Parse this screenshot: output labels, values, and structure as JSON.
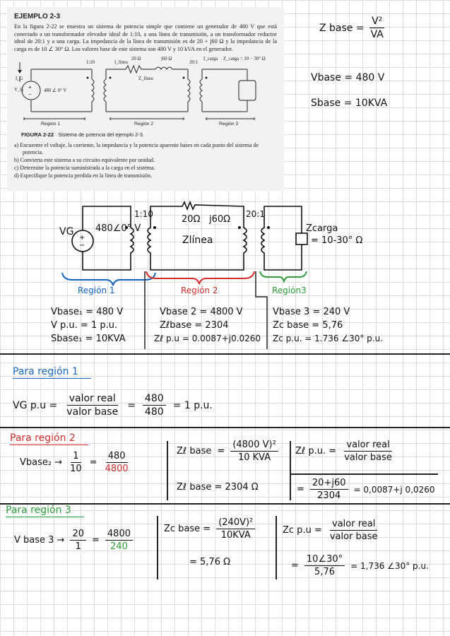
{
  "book": {
    "title": "EJEMPLO 2-3",
    "body": "En la figura 2-22 se muestra un sistema de potencia simple que contiene un generador de 480 V que está conectado a un transformador elevador ideal de 1:10, a una línea de transmisión, a un transformador reductor ideal de 20:1 y a una carga. La impedancia de la línea de transmisión es de 20 + j60 Ω y la impedancia de la carga es de 10 ∠ 30° Ω. Los valores base de este sistema son 480 V y 10 kVA en el generador.",
    "figure": {
      "ig": "I_G",
      "linea": "I_línea",
      "carga": "I_carga",
      "r": "20 Ω",
      "x": "j60 Ω",
      "zcarga": "Z_carga = 10 − 30° Ω",
      "zlinea": "Z_línea",
      "vg": "V_G",
      "src": "480 ∠ 0° V",
      "ratio1": "1:10",
      "ratio2": "20:1",
      "reg1": "Región 1",
      "reg2": "Región 2",
      "reg3": "Región 3"
    },
    "caption_num": "FIGURA 2-22",
    "caption": "Sistema de potencia del ejemplo 2-3.",
    "questions": [
      "a)  Encuentre el voltaje, la corriente, la impedancia y la potencia aparente bases en cada punto del sistema de potencia.",
      "b)  Convierta este sistema a su circuito equivalente por unidad.",
      "c)  Determine la potencia suministrada a la carga en el sistema.",
      "d)  Especifique la potencia perdida en la línea de transmisión."
    ]
  },
  "formula": {
    "lhs": "Z base =",
    "num": "V²",
    "den": "VA"
  },
  "base_values": {
    "vbase": "Vbase = 480 V",
    "sbase": "Sbase = 10KVA"
  },
  "circuit": {
    "vg": "VG",
    "source": "480∠0° V",
    "ratio1": "1:10",
    "ratio2": "20:1",
    "r": "20Ω",
    "x": "j60Ω",
    "zlinea": "Zlínea",
    "zcarga": "Zcarga",
    "zcarga_val": "= 10-30° Ω",
    "reg1": "Región 1",
    "reg2": "Región 2",
    "reg3": "Región3"
  },
  "summary": {
    "col1": [
      "Vbase₁ = 480 V",
      "V p.u. = 1 p.u.",
      "Sbase₁ = 10KVA"
    ],
    "col2": [
      "Vbase 2 = 4800 V",
      "Zℓbase = 2304",
      "Zℓ p.u = 0.0087+j0.0260"
    ],
    "col3": [
      "Vbase 3 = 240 V",
      "Zc base = 5,76",
      "Zc p.u. = 1.736 ∠30° p.u."
    ]
  },
  "region1": {
    "heading": "Para región 1",
    "lhs": "VG p.u =",
    "f1_num": "valor real",
    "f1_den": "valor base",
    "eq": "=",
    "f2_num": "480",
    "f2_den": "480",
    "result": "= 1 p.u."
  },
  "region2": {
    "heading": "Para región 2",
    "lhs": "Vbase₂ →",
    "f1_num": "1",
    "f1_den": "10",
    "eq": "=",
    "f2_num": "480",
    "f2_den": "4800",
    "zb_lhs": "Zℓ base",
    "zb_eq": "=",
    "zb_num": "(4800 V)²",
    "zb_den": "10 KVA",
    "zb_res": "Zℓ base = 2304 Ω",
    "zpu_lhs": "Zℓ p.u. =",
    "zpu_num": "valor real",
    "zpu_den": "valor base",
    "zpu2_eq": "=",
    "zpu2_num": "20+j60",
    "zpu2_den": "2304",
    "zpu2_res": "= 0,0087+j 0,0260"
  },
  "region3": {
    "heading": "Para región 3",
    "lhs": "V base 3 →",
    "f1_num": "20",
    "f1_den": "1",
    "eq": "=",
    "f2_num": "4800",
    "f2_den": "240",
    "zb_lhs": "Zc base =",
    "zb_num": "(240V)²",
    "zb_den": "10KVA",
    "zb_res": "= 5,76 Ω",
    "zpu_lhs": "Zc p.u =",
    "zpu_num": "valor real",
    "zpu_den": "valor base",
    "zpu2_eq": "=",
    "zpu2_num": "10∠30°",
    "zpu2_den": "5,76",
    "zpu2_res": "= 1,736 ∠30° p.u."
  },
  "colors": {
    "blue": "#1565c0",
    "red": "#d32f2f",
    "green": "#2e9d3a"
  }
}
